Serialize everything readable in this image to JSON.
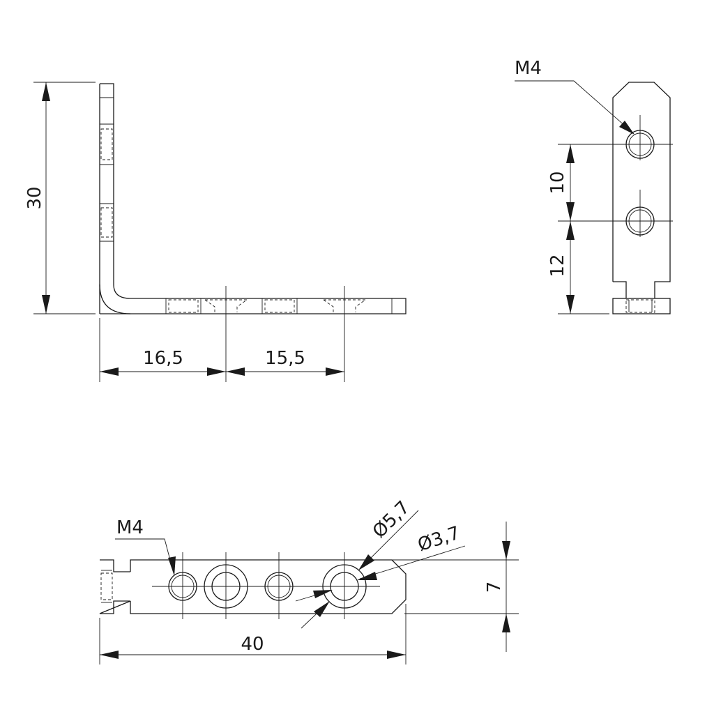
{
  "views": {
    "front": {
      "dim_height": "30",
      "dim_left_span": "16,5",
      "dim_right_span": "15,5"
    },
    "side": {
      "thread_label": "M4",
      "dim_pitch": "10",
      "dim_bottom": "12"
    },
    "top": {
      "thread_label": "M4",
      "dim_counterbore": "Ø5,7",
      "dim_hole": "Ø3,7",
      "dim_width": "7",
      "dim_length": "40"
    }
  }
}
